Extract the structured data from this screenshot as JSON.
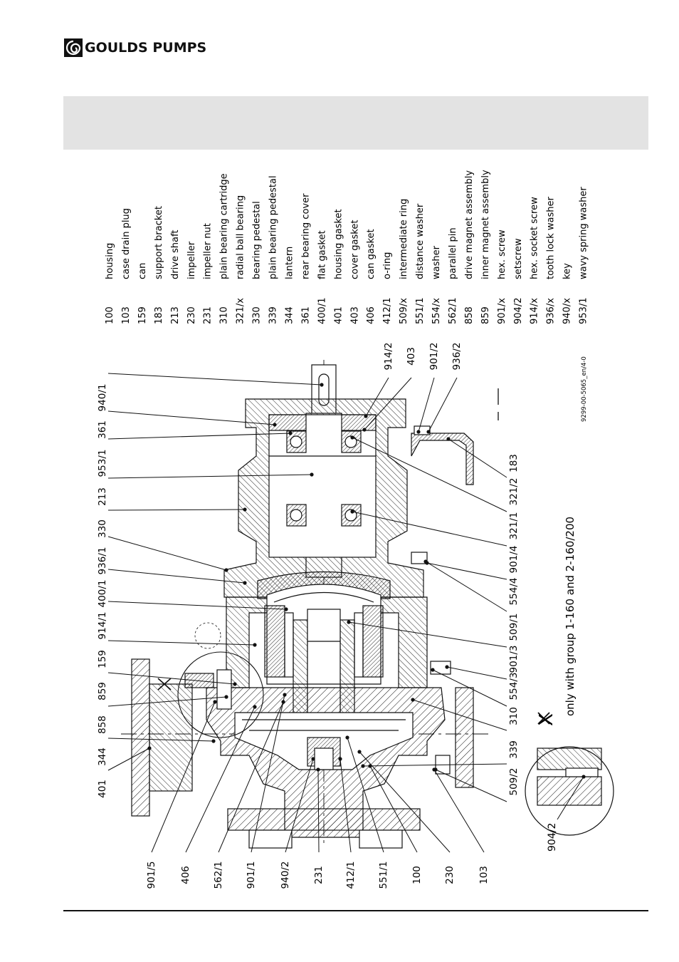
{
  "header": {
    "brand": "GOULDS PUMPS",
    "logo_icon": "goulds-logo-icon"
  },
  "parts_list": [
    {
      "no": "100",
      "name": "housing"
    },
    {
      "no": "103",
      "name": "case drain plug"
    },
    {
      "no": "159",
      "name": "can"
    },
    {
      "no": "183",
      "name": "support bracket"
    },
    {
      "no": "213",
      "name": "drive shaft"
    },
    {
      "no": "230",
      "name": "impeller"
    },
    {
      "no": "231",
      "name": "impeller nut"
    },
    {
      "no": "310",
      "name": "plain bearing cartridge"
    },
    {
      "no": "321/x",
      "name": "radial ball bearing"
    },
    {
      "no": "330",
      "name": "bearing pedestal"
    },
    {
      "no": "339",
      "name": "plain bearing pedestal"
    },
    {
      "no": "344",
      "name": "lantern"
    },
    {
      "no": "361",
      "name": "rear bearing cover"
    },
    {
      "no": "400/1",
      "name": "flat gasket"
    },
    {
      "no": "401",
      "name": "housing gasket"
    },
    {
      "no": "403",
      "name": "cover gasket"
    },
    {
      "no": "406",
      "name": "can gasket"
    },
    {
      "no": "412/1",
      "name": "o-ring"
    },
    {
      "no": "509/x",
      "name": "intermediate ring"
    },
    {
      "no": "551/1",
      "name": "distance washer"
    },
    {
      "no": "554/x",
      "name": "washer"
    },
    {
      "no": "562/1",
      "name": "parallel pin"
    },
    {
      "no": "858",
      "name": "drive magnet assembly"
    },
    {
      "no": "859",
      "name": "inner magnet assembly"
    },
    {
      "no": "901/x",
      "name": "hex. screw"
    },
    {
      "no": "904/2",
      "name": "setscrew"
    },
    {
      "no": "914/x",
      "name": "hex. socket screw"
    },
    {
      "no": "936/x",
      "name": "tooth lock washer"
    },
    {
      "no": "940/x",
      "name": "key"
    },
    {
      "no": "953/1",
      "name": "wavy spring washer"
    }
  ],
  "drawing": {
    "left_callouts": [
      "401",
      "344",
      "858",
      "859",
      "159",
      "914/1",
      "400/1",
      "936/1",
      "330",
      "213",
      "953/1",
      "361",
      "940/1"
    ],
    "right_callouts": [
      "509/2",
      "339",
      "310",
      "554/3",
      "901/3",
      "509/1",
      "554/4",
      "901/4",
      "321/1",
      "321/2",
      "183"
    ],
    "bottom_callouts": [
      "901/5",
      "406",
      "562/1",
      "901/1",
      "940/2",
      "231",
      "412/1",
      "551/1",
      "100",
      "230",
      "103"
    ],
    "top_callouts": [
      "914/2",
      "403",
      "901/2",
      "936/2"
    ],
    "note_mark": "X",
    "note_text": "only with group 1-160 and 2-160/200",
    "detail_callout": "904/2",
    "drawing_number": "9299-00-5065_en/4-0"
  }
}
